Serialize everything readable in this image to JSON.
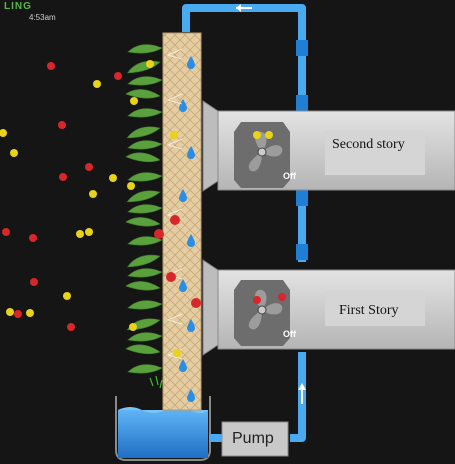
{
  "header": {
    "logo_text": "LING",
    "time": "4:53am"
  },
  "stories": [
    {
      "label": "Second story",
      "fan_state": "Off"
    },
    {
      "label": "First Story",
      "fan_state": "Off"
    }
  ],
  "pump": {
    "label": "Pump"
  },
  "colors": {
    "background": "#151515",
    "pipe": "#49aaf0",
    "water": "#2c8fe0",
    "leaf": "#5aa03c",
    "pad": "#e5cda3",
    "particle_red": "#d8262a",
    "particle_yellow": "#e8d21a",
    "duct": "#c9c9c9",
    "fan_box": "#6d6d6d"
  },
  "icons": [
    "arrow-left-icon",
    "arrow-up-icon",
    "fan-icon",
    "water-drop-icon"
  ]
}
